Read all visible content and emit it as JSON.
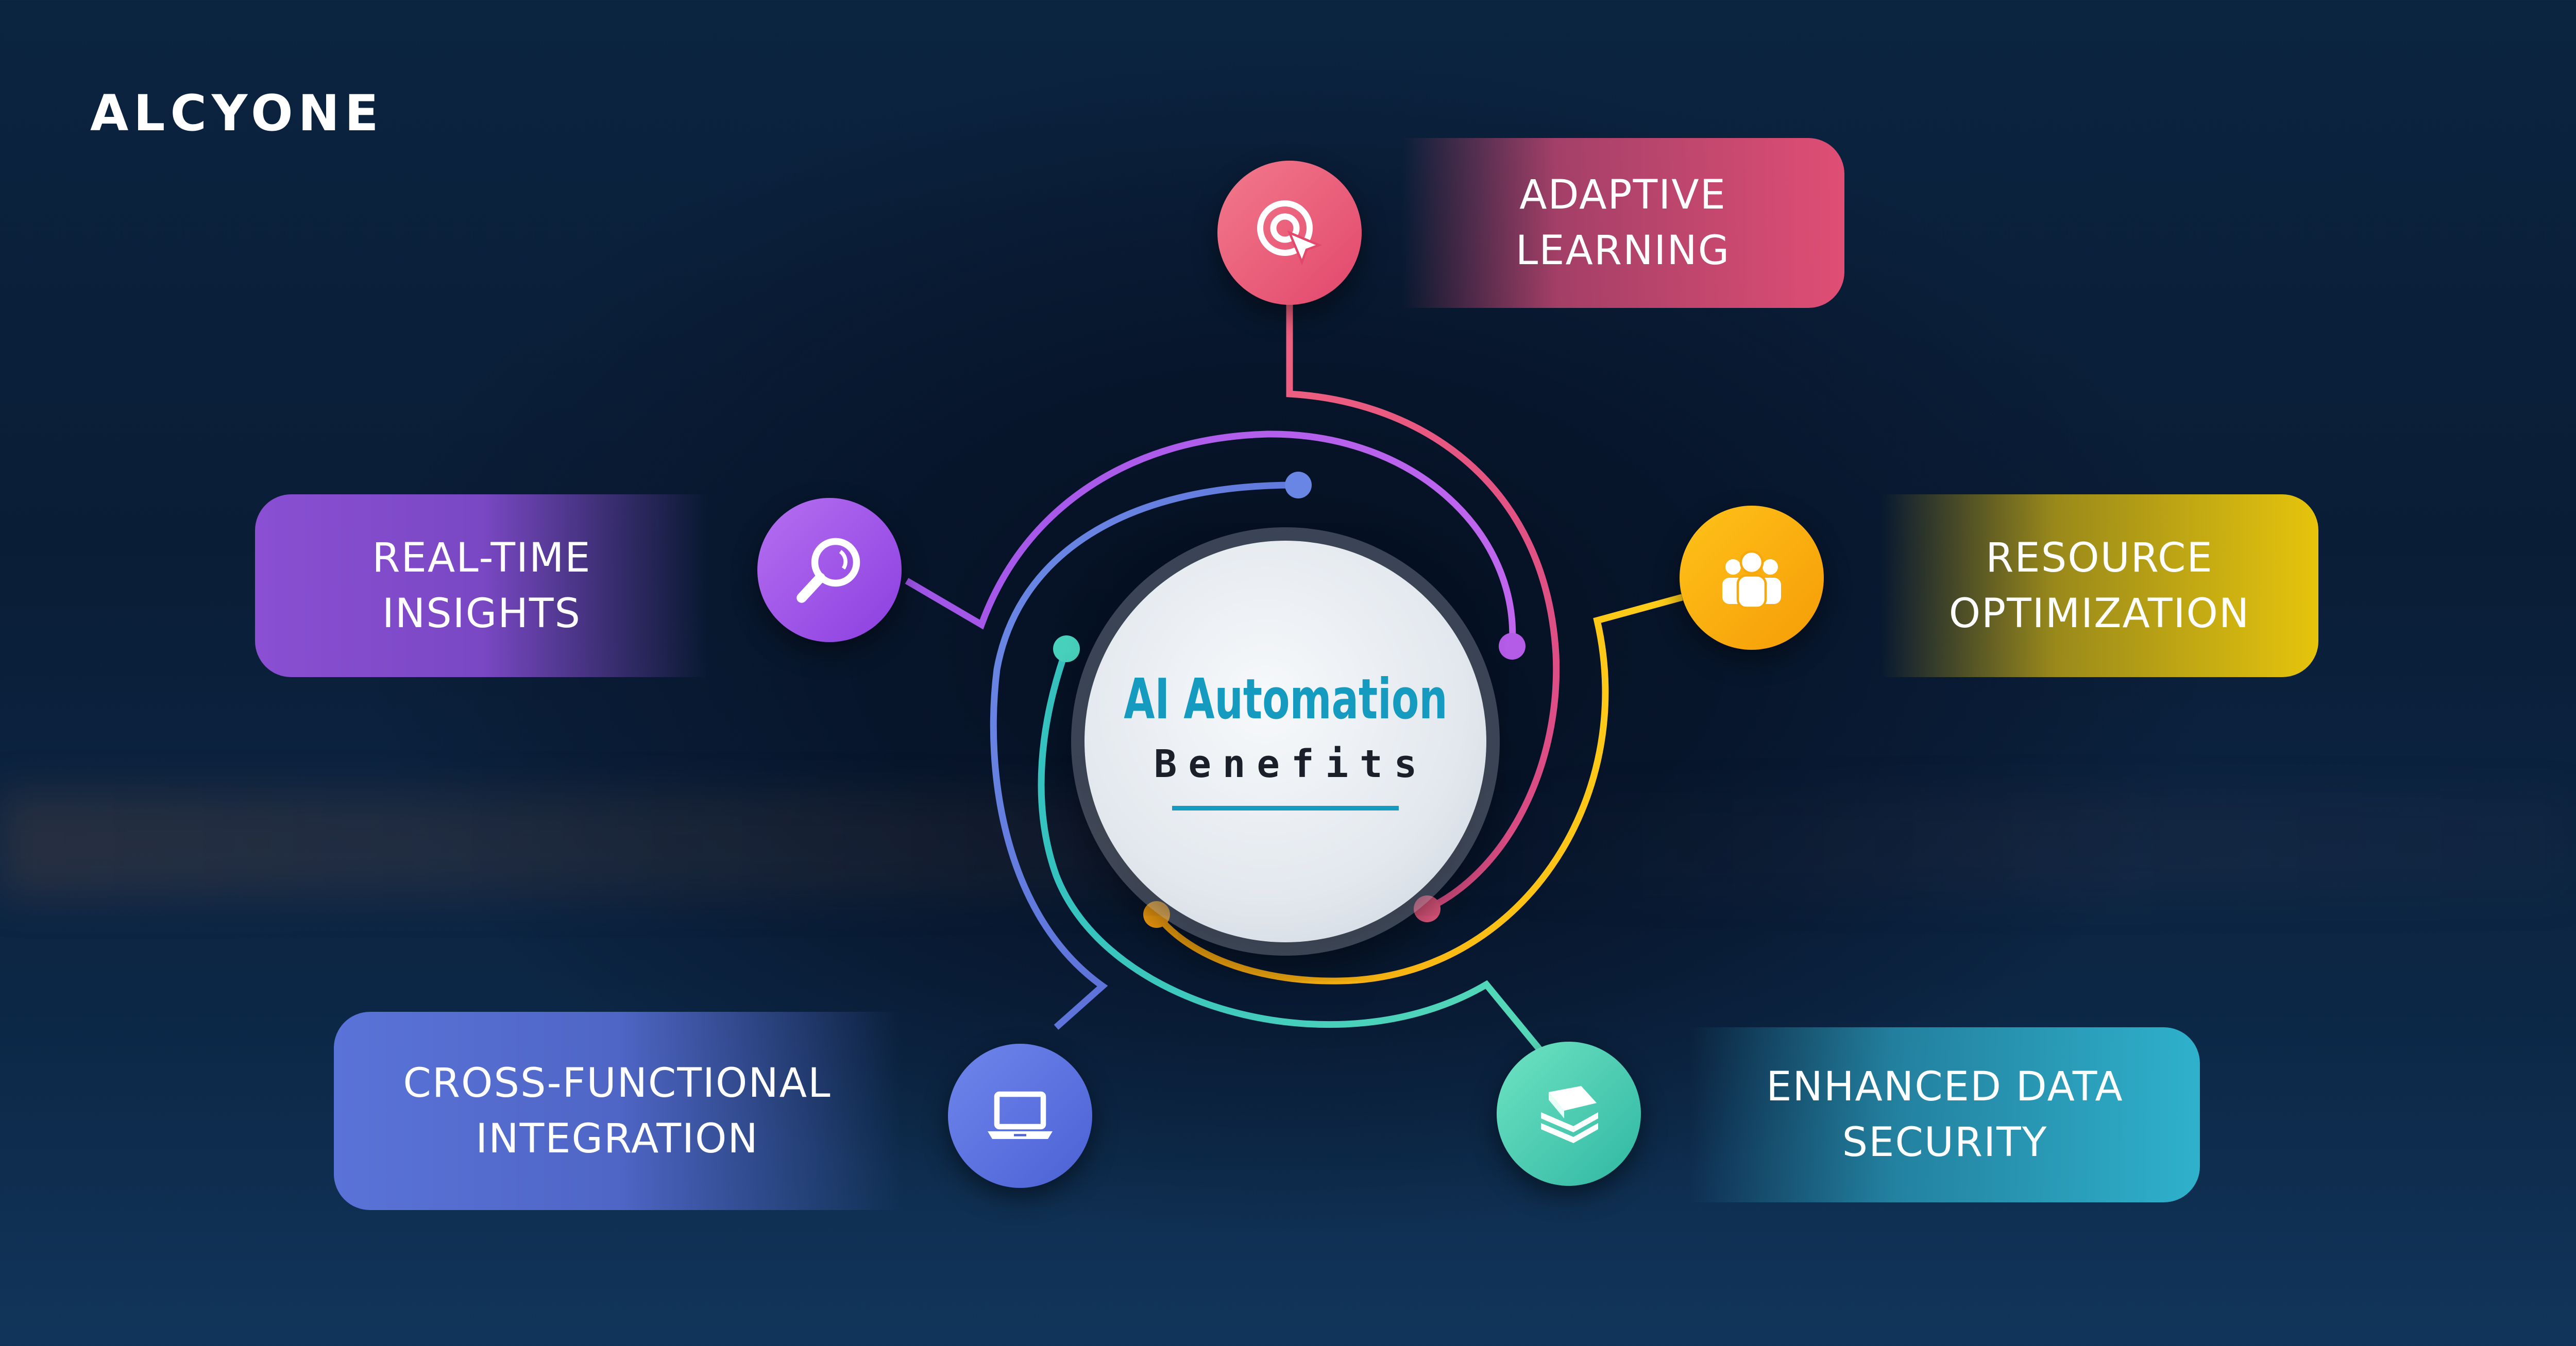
{
  "brand": {
    "logo_text": "ALCYONE"
  },
  "hub": {
    "title": "AI Automation",
    "subtitle": "Benefits"
  },
  "benefits": [
    {
      "line1": "ADAPTIVE",
      "line2": "LEARNING",
      "icon": "target-cursor-icon",
      "color": "#e2476c"
    },
    {
      "line1": "REAL-TIME",
      "line2": "INSIGHTS",
      "icon": "magnifier-icon",
      "color": "#9a4fe4"
    },
    {
      "line1": "RESOURCE",
      "line2": "OPTIMIZATION",
      "icon": "team-icon",
      "color": "#f5b00a"
    },
    {
      "line1": "CROSS-FUNCTIONAL",
      "line2": "INTEGRATION",
      "icon": "laptop-icon",
      "color": "#5a73d8"
    },
    {
      "line1": "ENHANCED DATA",
      "line2": "SECURITY",
      "icon": "stack-of-books-icon",
      "color": "#2fb7a3"
    }
  ]
}
